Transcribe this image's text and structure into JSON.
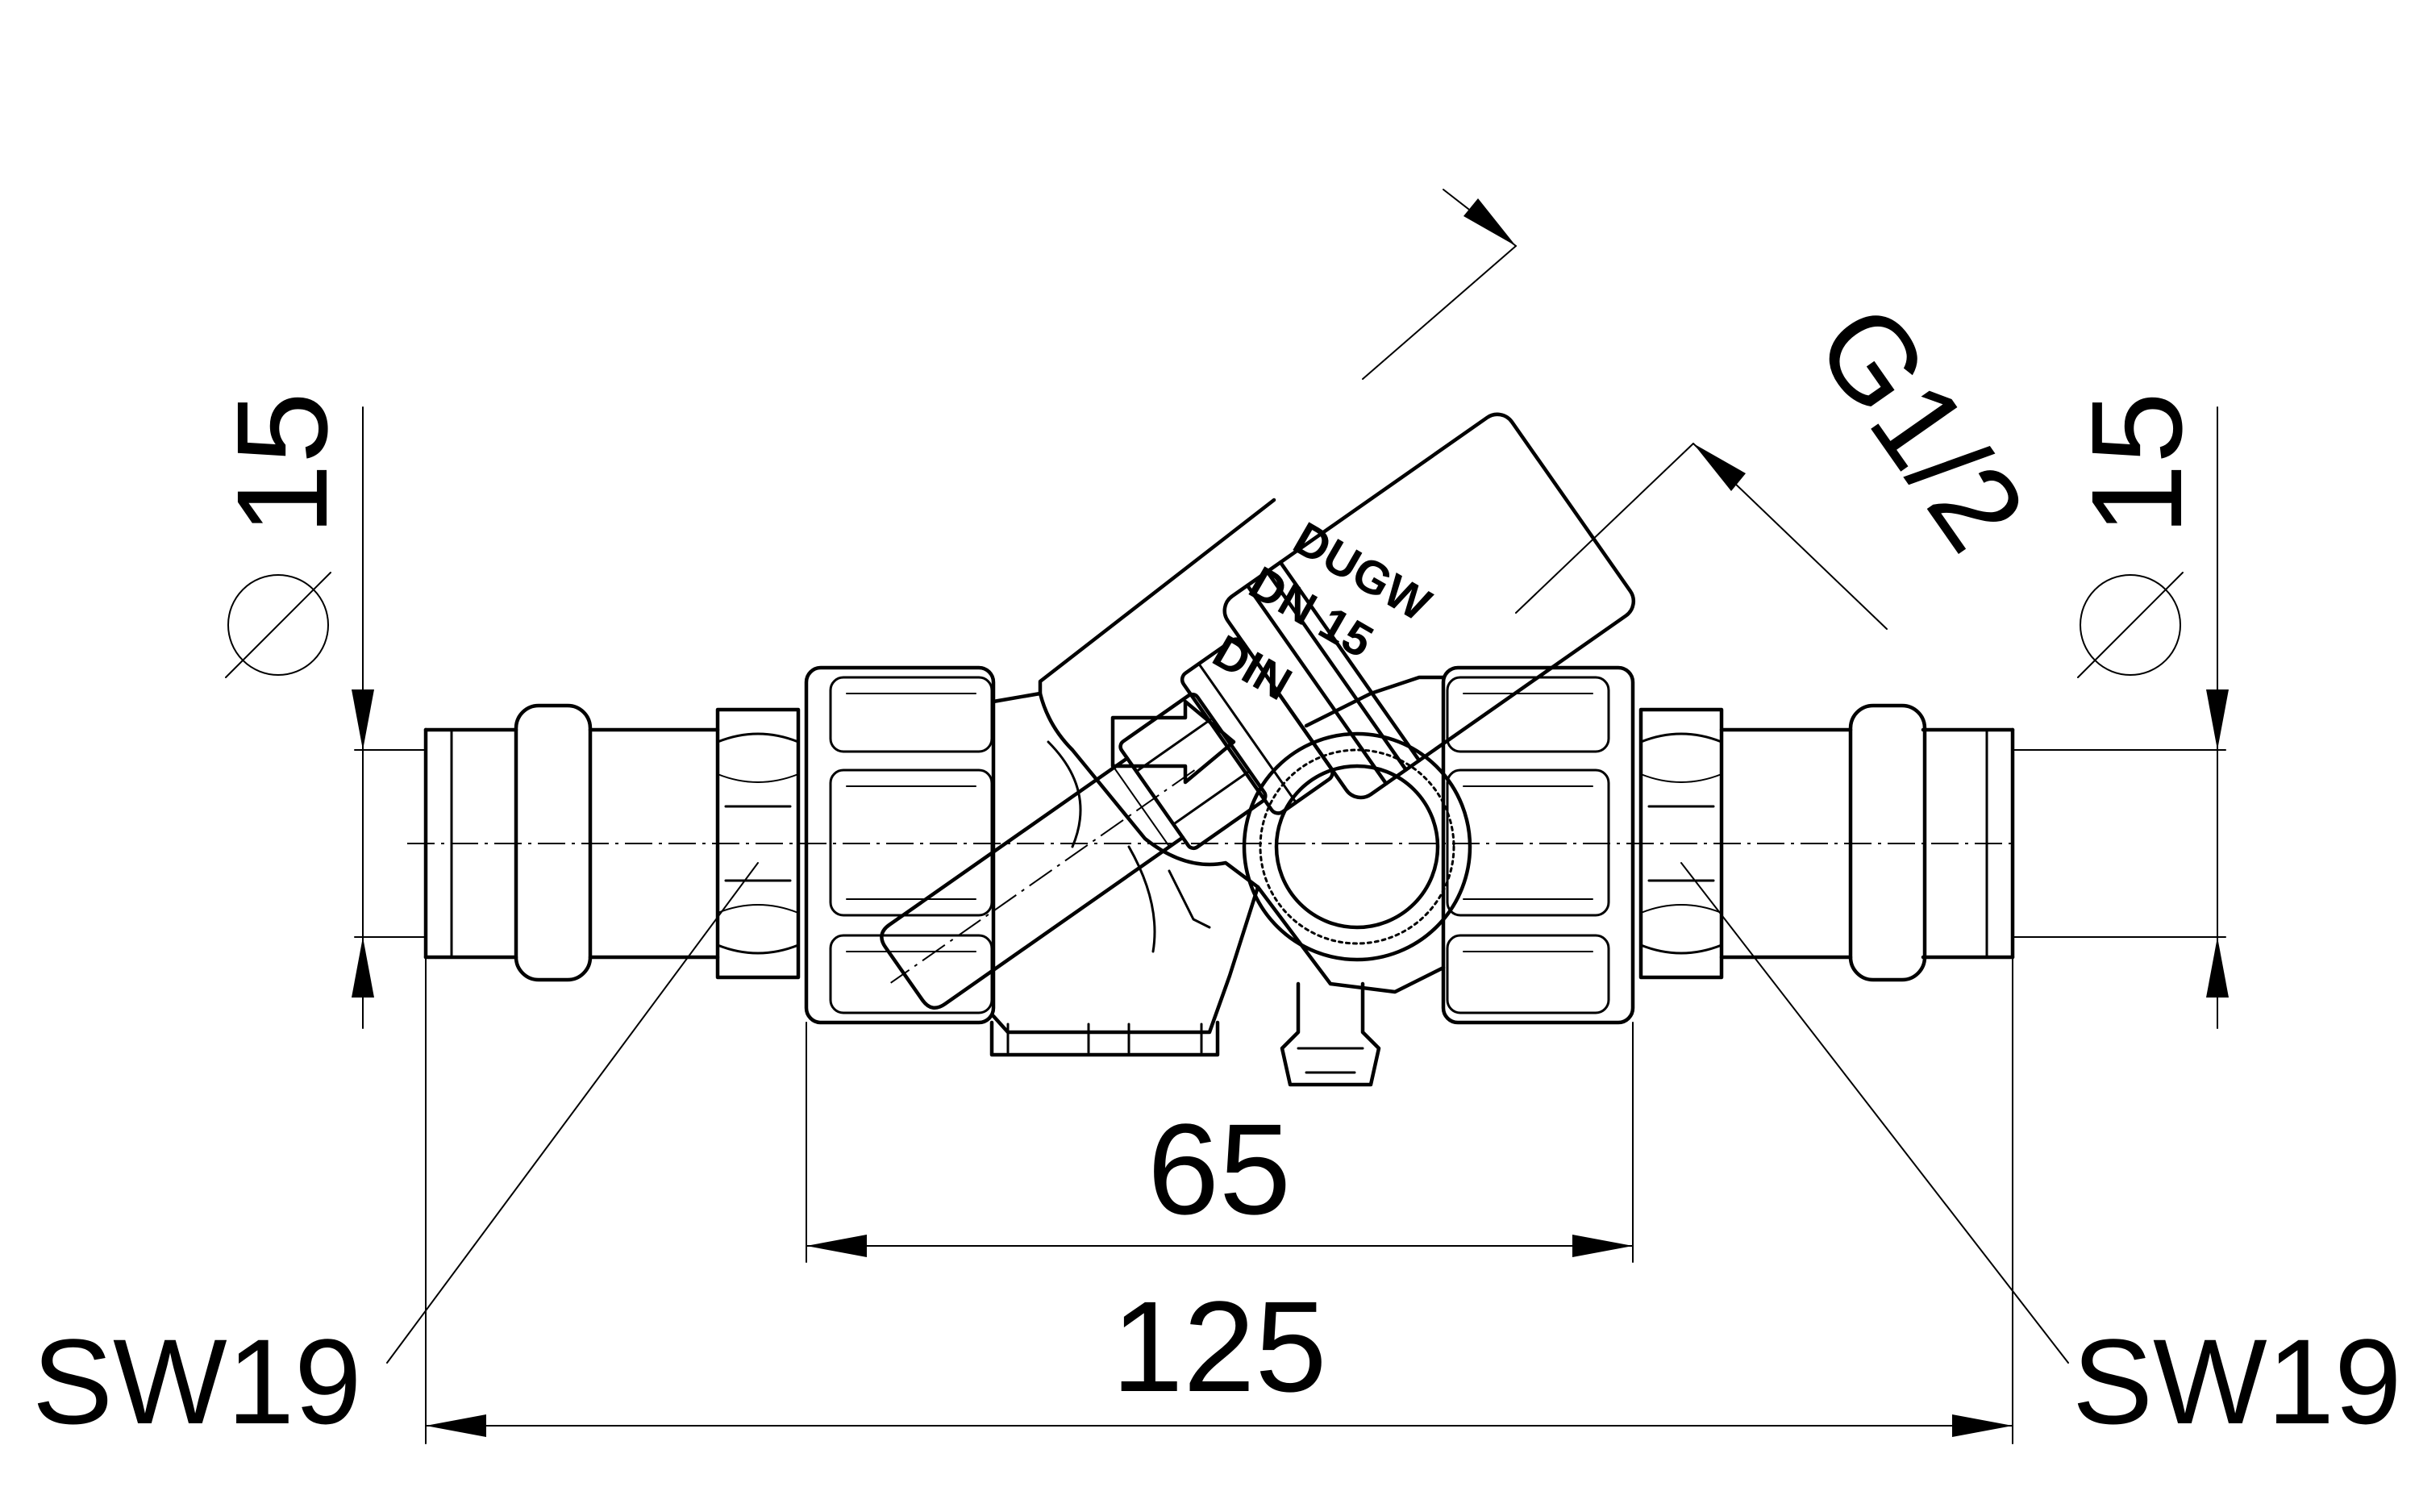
{
  "dimensions": {
    "center_distance": "65",
    "overall_length": "125",
    "pipe_diameter_left": "15",
    "pipe_diameter_right": "15",
    "branch_thread": "G1/2",
    "wrench_size_left": "SW19",
    "wrench_size_right": "SW19"
  },
  "body_markings": {
    "line1": "DUGW",
    "line2": "DN 15",
    "line3": "DIN"
  }
}
